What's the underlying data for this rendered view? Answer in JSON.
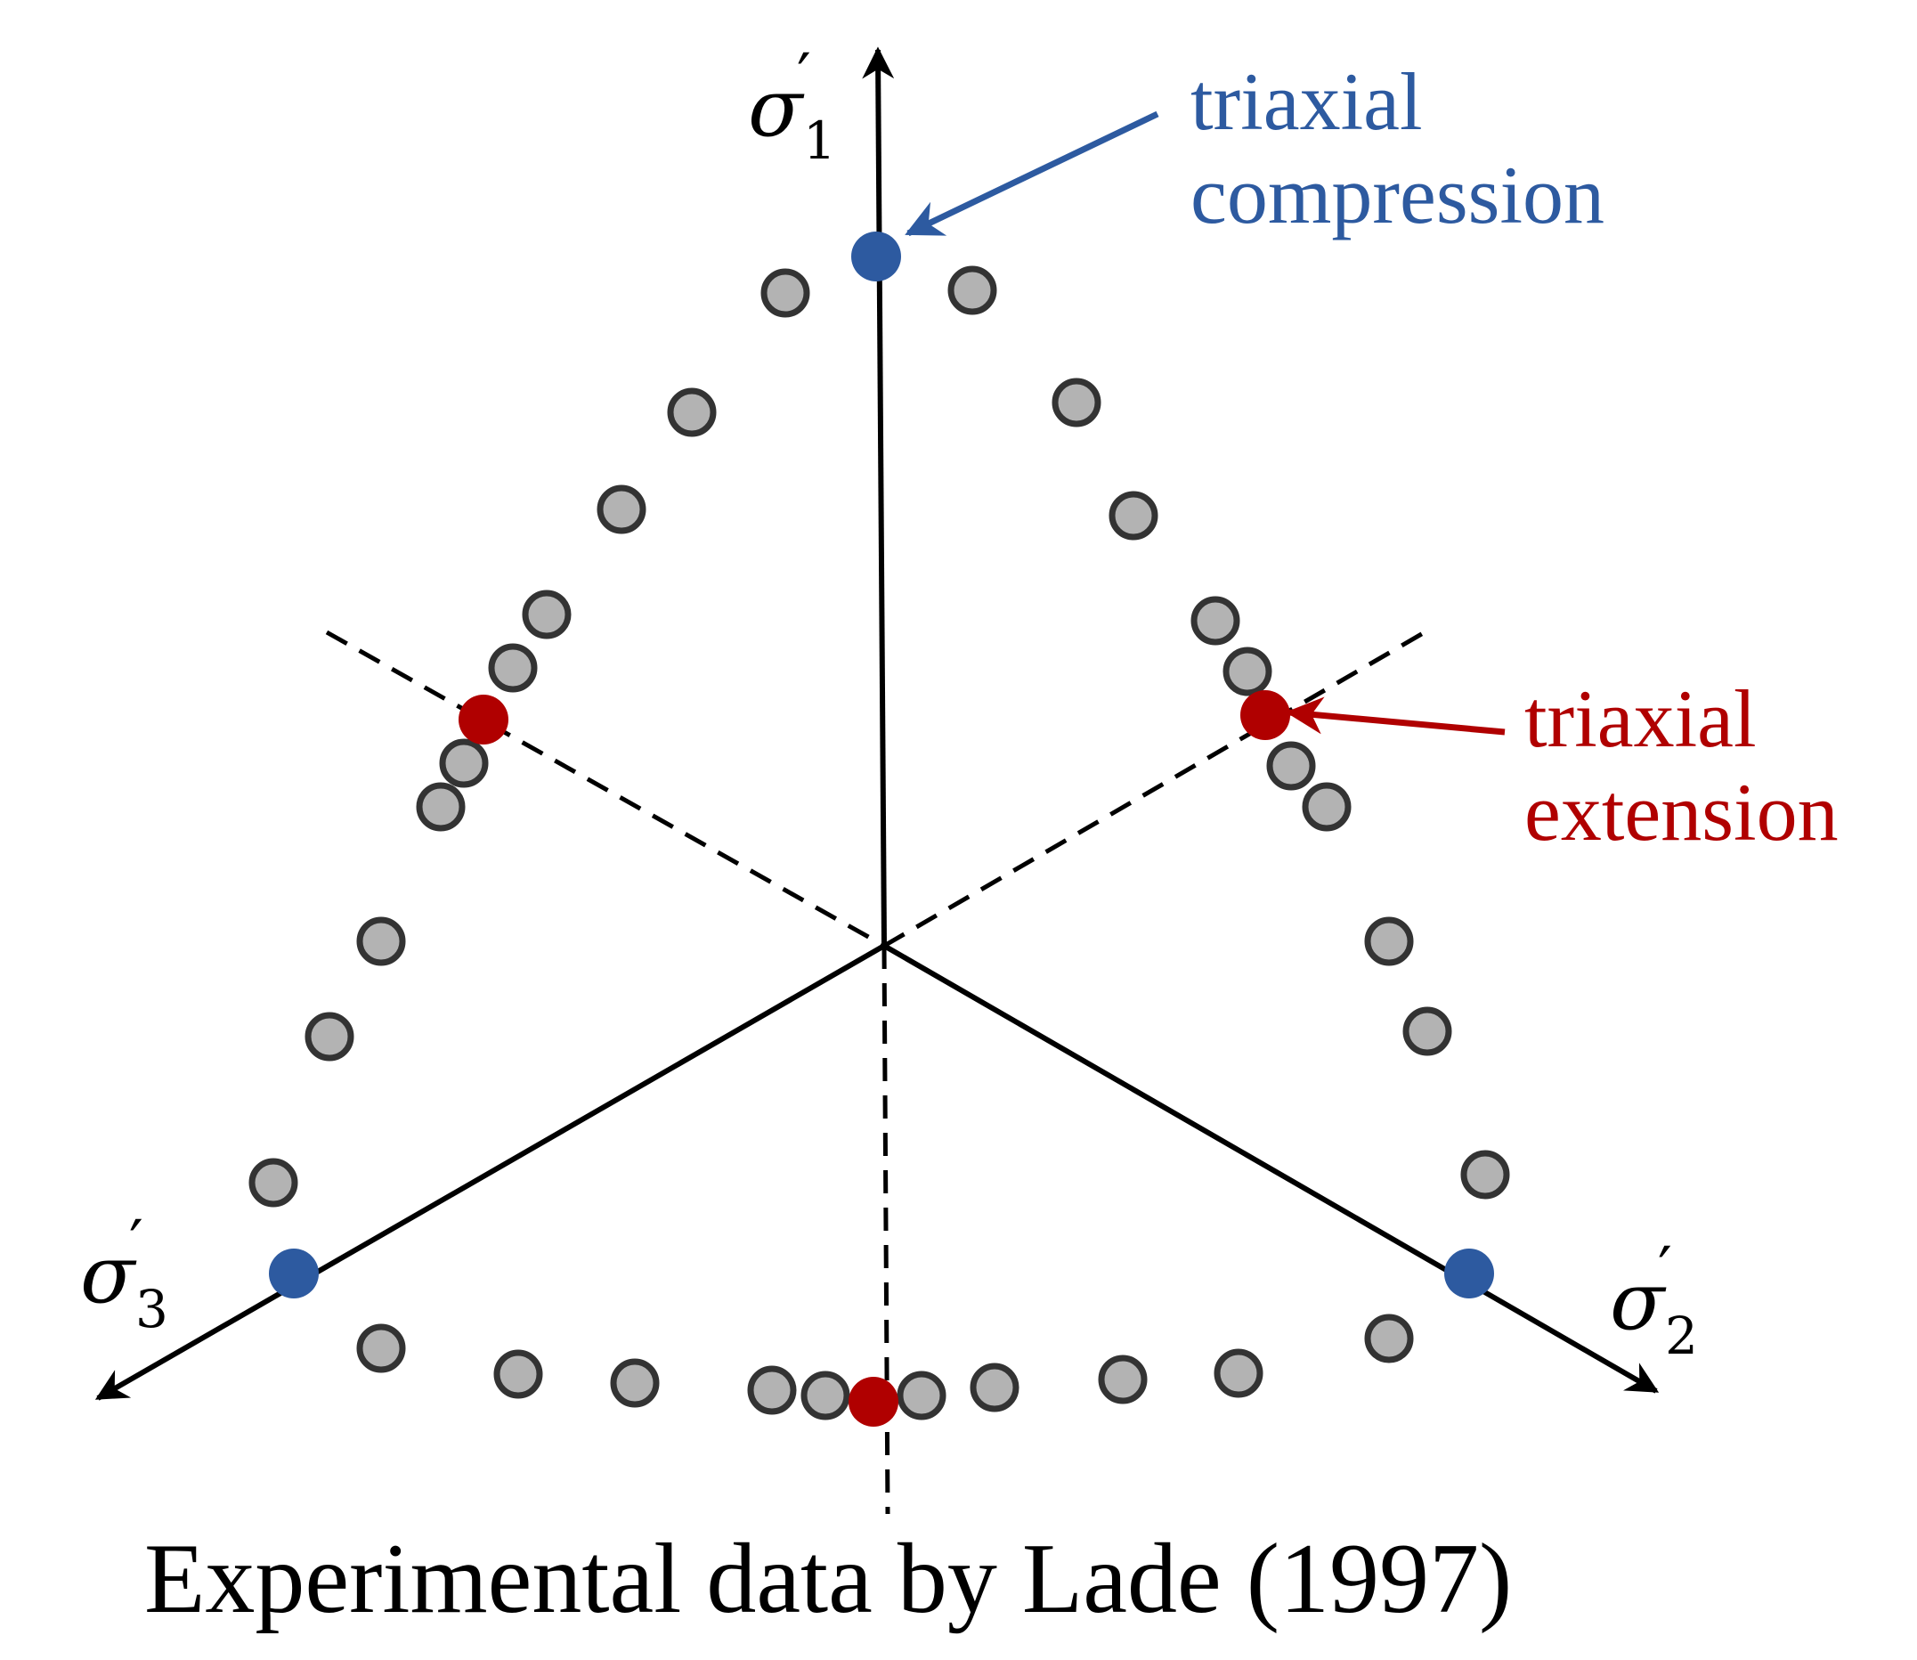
{
  "caption": "Experimental data by Lade (1997)",
  "axes": {
    "sigma1": {
      "symbol": "σ",
      "prime": "′",
      "subscript": "1"
    },
    "sigma2": {
      "symbol": "σ",
      "prime": "′",
      "subscript": "2"
    },
    "sigma3": {
      "symbol": "σ",
      "prime": "′",
      "subscript": "3"
    }
  },
  "annotations": {
    "compression": {
      "line1": "triaxial",
      "line2": "compression",
      "color": "#2d5aa0"
    },
    "extension": {
      "line1": "triaxial",
      "line2": "extension",
      "color": "#b00000"
    }
  },
  "colors": {
    "gray_point_fill": "#b3b3b3",
    "gray_point_stroke": "#333333",
    "compression_point": "#2d5aa0",
    "extension_point": "#b00000"
  }
}
